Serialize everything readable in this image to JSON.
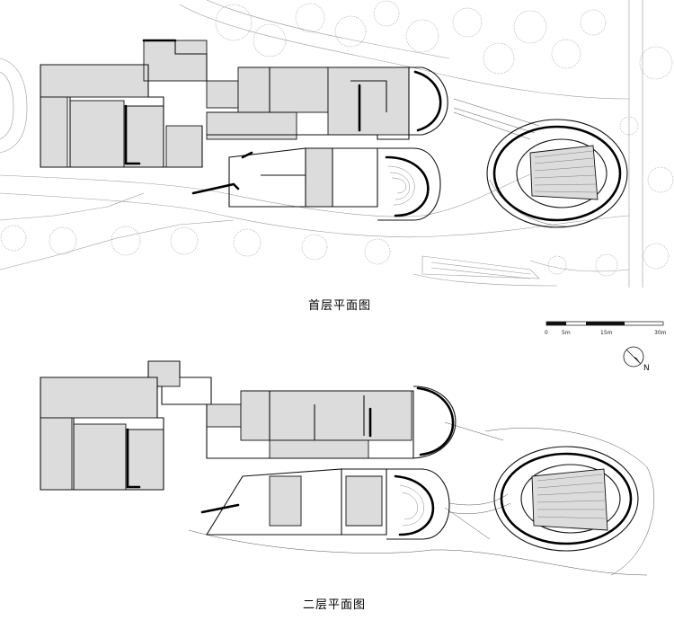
{
  "plans": [
    {
      "caption": "首层平面图"
    },
    {
      "caption": "二层平面图"
    }
  ],
  "scale_bar": {
    "labels": [
      "0",
      "5m",
      "15m",
      "30m"
    ],
    "values_m": [
      0,
      5,
      15,
      30
    ]
  },
  "north_arrow": {
    "label": "N"
  }
}
